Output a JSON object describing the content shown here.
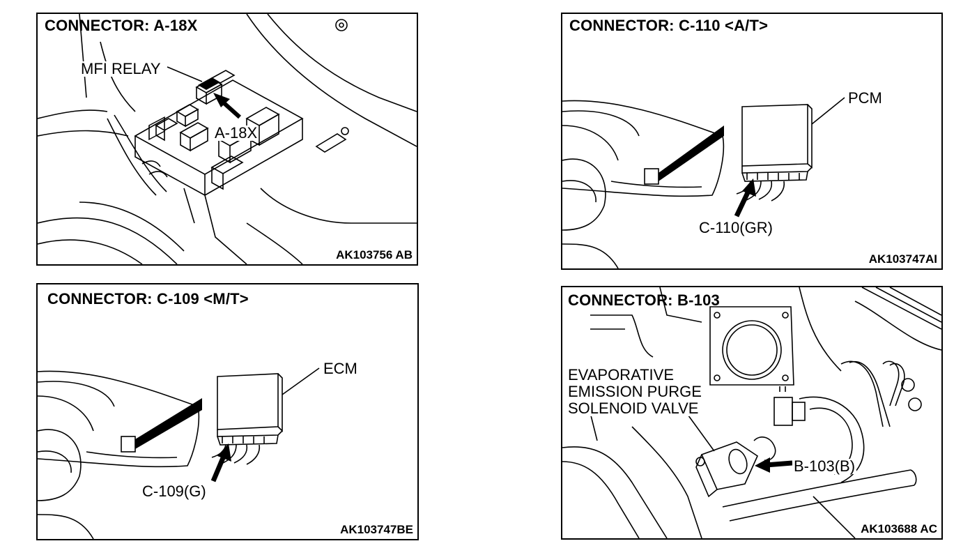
{
  "panels": [
    {
      "title": "CONNECTOR: A-18X",
      "code": "AK103756 AB",
      "labels": {
        "relay": "MFI RELAY",
        "connector": "A-18X"
      }
    },
    {
      "title": "CONNECTOR: C-110 <A/T>",
      "code": "AK103747AI",
      "labels": {
        "module": "PCM",
        "connector": "C-110(GR)"
      }
    },
    {
      "title": "CONNECTOR: C-109 <M/T>",
      "code": "AK103747BE",
      "labels": {
        "module": "ECM",
        "connector": "C-109(G)"
      }
    },
    {
      "title": "CONNECTOR: B-103",
      "code": "AK103688 AC",
      "labels": {
        "component_line1": "EVAPORATIVE",
        "component_line2": "EMISSION PURGE",
        "component_line3": "SOLENOID VALVE",
        "connector": "B-103(B)"
      }
    }
  ]
}
